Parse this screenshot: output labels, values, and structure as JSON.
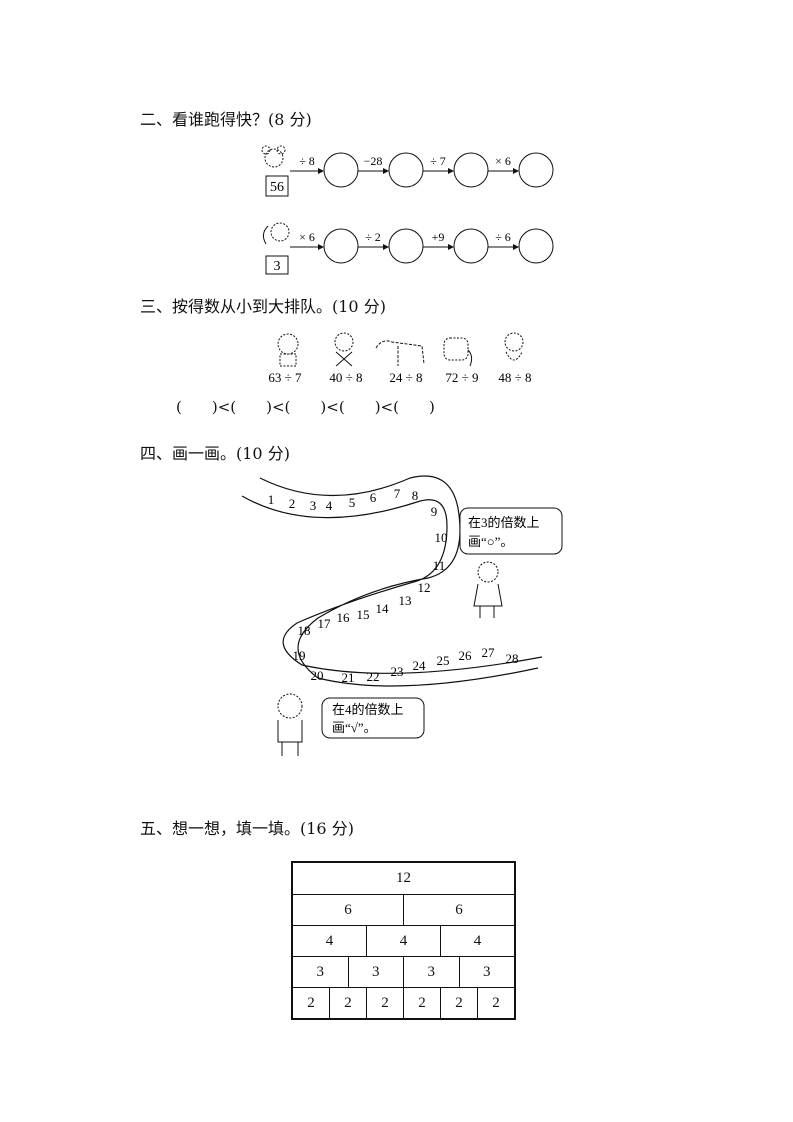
{
  "section2": {
    "heading": "二、看谁跑得快？(8 分)",
    "row1": {
      "start": "56",
      "ops": [
        "÷ 8",
        "−28",
        "÷ 7",
        "× 6"
      ]
    },
    "row2": {
      "start": "3",
      "ops": [
        "× 6",
        "÷ 2",
        "+9",
        "÷ 6"
      ]
    }
  },
  "section3": {
    "heading": "三、按得数从小到大排队。(10 分)",
    "items": [
      "63 ÷ 7",
      "40 ÷ 8",
      "24 ÷ 8",
      "72 ÷ 9",
      "48 ÷ 8"
    ],
    "compare": [
      "(",
      ")<(",
      ")<(",
      ")<(",
      ")<(",
      ")"
    ]
  },
  "section4": {
    "heading": "四、画一画。(10 分)",
    "numbers": [
      "1",
      "2",
      "3",
      "4",
      "5",
      "6",
      "7",
      "8",
      "9",
      "10",
      "11",
      "12",
      "13",
      "14",
      "15",
      "16",
      "17",
      "18",
      "19",
      "20",
      "21",
      "22",
      "23",
      "24",
      "25",
      "26",
      "27",
      "28"
    ],
    "bubble1": {
      "line1": "在3的倍数上",
      "line2": "画“○”。"
    },
    "bubble2": {
      "line1": "在4的倍数上",
      "line2": "画“√”。"
    }
  },
  "section5": {
    "heading": "五、想一想，填一填。(16 分)",
    "rows": [
      [
        "12"
      ],
      [
        "6",
        "6"
      ],
      [
        "4",
        "4",
        "4"
      ],
      [
        "3",
        "3",
        "3",
        "3"
      ],
      [
        "2",
        "2",
        "2",
        "2",
        "2",
        "2"
      ]
    ]
  }
}
